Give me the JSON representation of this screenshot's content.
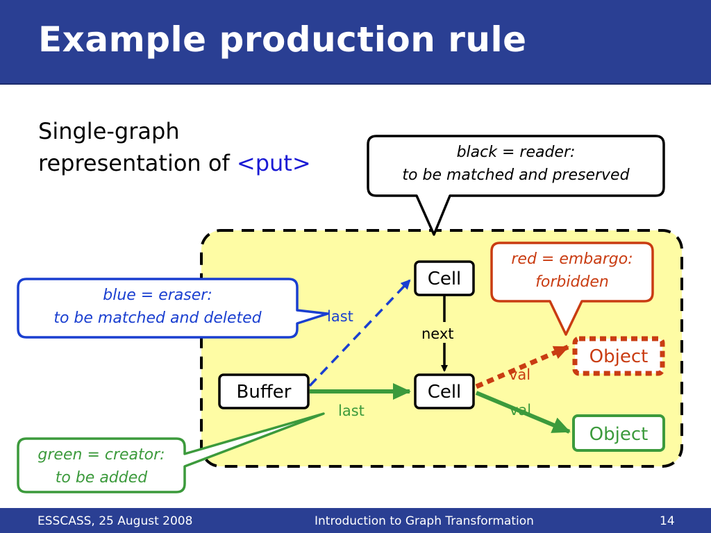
{
  "slide": {
    "title": "Example production rule",
    "subtitle_line1": "Single-graph",
    "subtitle_line2": "representation of ",
    "subtitle_code": "<put>"
  },
  "nodes": {
    "cell_top": "Cell",
    "cell_bottom": "Cell",
    "buffer": "Buffer",
    "object_embargo": "Object",
    "object_new": "Object"
  },
  "edges": {
    "last_erase": "last",
    "next": "next",
    "last_create": "last",
    "val_embargo": "val",
    "val_create": "val"
  },
  "callouts": {
    "black_line1": "black = reader:",
    "black_line2": "to be matched and preserved",
    "red_line1": "red = embargo:",
    "red_line2": "forbidden",
    "blue_line1": "blue = eraser:",
    "blue_line2": "to be matched and deleted",
    "green_line1": "green = creator:",
    "green_line2": "to be added"
  },
  "colors": {
    "reader": "#000000",
    "embargo": "#c93c12",
    "eraser": "#1a3fd0",
    "creator": "#3c9a3c",
    "rule_area": "#fefca4",
    "header": "#2a3f93"
  },
  "footer": {
    "left": "ESSCASS, 25 August 2008",
    "center": "Introduction to Graph Transformation",
    "page": "14"
  }
}
